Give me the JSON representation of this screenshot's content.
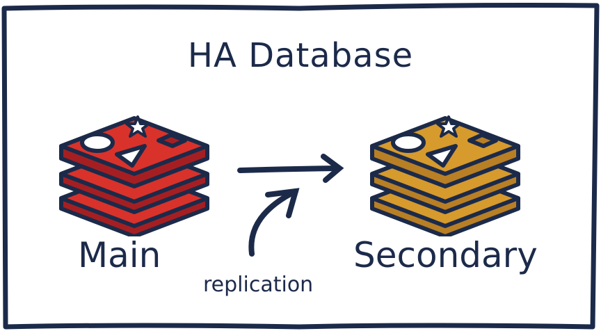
{
  "diagram": {
    "title": "HA Database",
    "nodes": [
      {
        "id": "main",
        "label": "Main",
        "color": "#d9322b",
        "shade": "#a51f22"
      },
      {
        "id": "secondary",
        "label": "Secondary",
        "color": "#d69a2d",
        "shade": "#b87f25"
      }
    ],
    "edges": [
      {
        "from": "main",
        "to": "secondary",
        "label": "replication"
      }
    ],
    "stroke_color": "#1c2a4a"
  }
}
